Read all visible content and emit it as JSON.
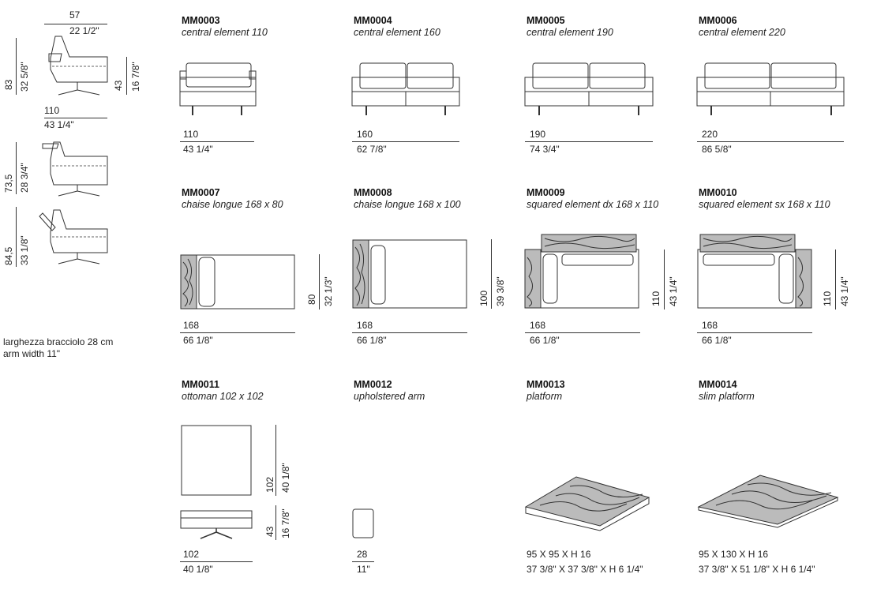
{
  "side": {
    "top_cm": "57",
    "top_in": "22 1/2\"",
    "p1_h_cm": "83",
    "p1_h_in": "32 5/8\"",
    "p1_seat_cm": "43",
    "p1_seat_in": "16 7/8\"",
    "mid_cm": "110",
    "mid_in": "43 1/4\"",
    "p2_h_cm": "73,5",
    "p2_h_in": "28 3/4\"",
    "p3_h_cm": "84,5",
    "p3_h_in": "33 1/8\"",
    "note_line1": "larghezza bracciolo 28 cm",
    "note_line2": "arm width 11\""
  },
  "items": [
    {
      "code": "MM0003",
      "name": "central element 110",
      "w_cm": "110",
      "w_in": "43 1/4\""
    },
    {
      "code": "MM0004",
      "name": "central element 160",
      "w_cm": "160",
      "w_in": "62 7/8\""
    },
    {
      "code": "MM0005",
      "name": "central element 190",
      "w_cm": "190",
      "w_in": "74 3/4\""
    },
    {
      "code": "MM0006",
      "name": "central element 220",
      "w_cm": "220",
      "w_in": "86 5/8\""
    },
    {
      "code": "MM0007",
      "name": "chaise longue 168 x 80",
      "w_cm": "168",
      "w_in": "66 1/8\"",
      "d_cm": "80",
      "d_in": "32 1/3\""
    },
    {
      "code": "MM0008",
      "name": "chaise longue 168 x 100",
      "w_cm": "168",
      "w_in": "66 1/8\"",
      "d_cm": "100",
      "d_in": "39 3/8\""
    },
    {
      "code": "MM0009",
      "name": "squared element dx 168 x 110",
      "w_cm": "168",
      "w_in": "66 1/8\"",
      "d_cm": "110",
      "d_in": "43 1/4\""
    },
    {
      "code": "MM0010",
      "name": "squared element sx 168 x 110",
      "w_cm": "168",
      "w_in": "66 1/8\"",
      "d_cm": "110",
      "d_in": "43 1/4\""
    },
    {
      "code": "MM0011",
      "name": "ottoman 102 x 102",
      "w_cm": "102",
      "w_in": "40 1/8\"",
      "d_cm": "102",
      "d_in": "40 1/8\"",
      "h_cm": "43",
      "h_in": "16 7/8\""
    },
    {
      "code": "MM0012",
      "name": "upholstered arm",
      "w_cm": "28",
      "w_in": "11\""
    },
    {
      "code": "MM0013",
      "name": "platform",
      "w_cm": "95 X 95 X H 16",
      "w_in": "37 3/8\" X 37 3/8\" X H 6 1/4\""
    },
    {
      "code": "MM0014",
      "name": "slim platform",
      "w_cm": "95 X 130 X H 16",
      "w_in": "37 3/8\" X 51 1/8\" X H 6 1/4\""
    }
  ]
}
